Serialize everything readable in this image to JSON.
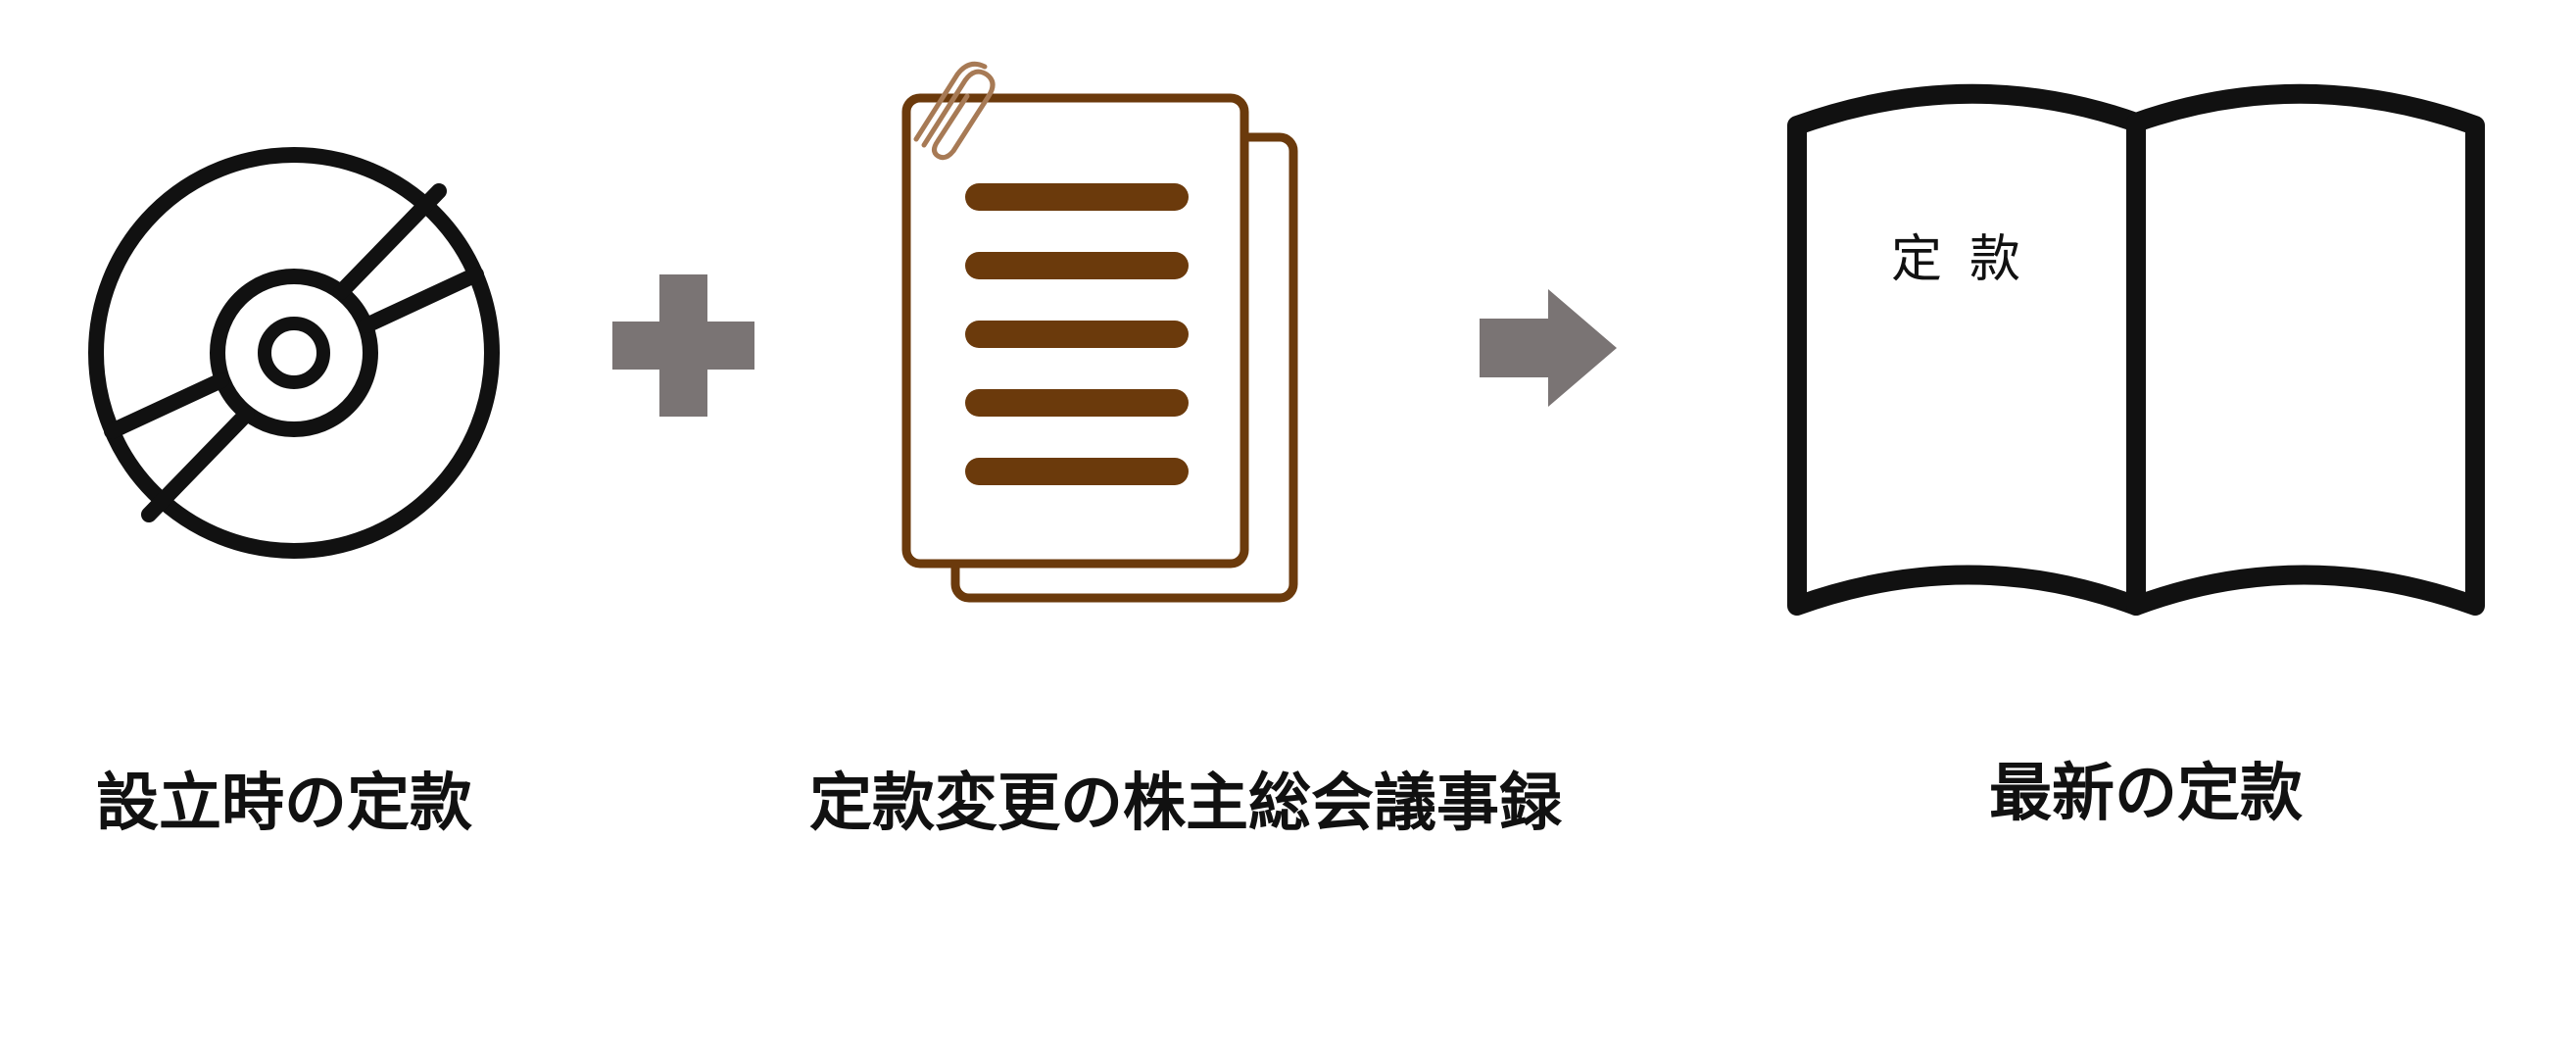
{
  "steps": [
    {
      "label": "設立時の定款"
    },
    {
      "label": "定款変更の株主総会議事録"
    },
    {
      "label": "最新の定款"
    }
  ],
  "book": {
    "title": "定款"
  },
  "colors": {
    "outline": "#111111",
    "document_brown": "#6b3a0c",
    "operator_gray": "#7a7474"
  },
  "icons": [
    "disc-icon",
    "plus-icon",
    "documents-icon",
    "paperclip-icon",
    "arrow-right-icon",
    "open-book-icon"
  ]
}
